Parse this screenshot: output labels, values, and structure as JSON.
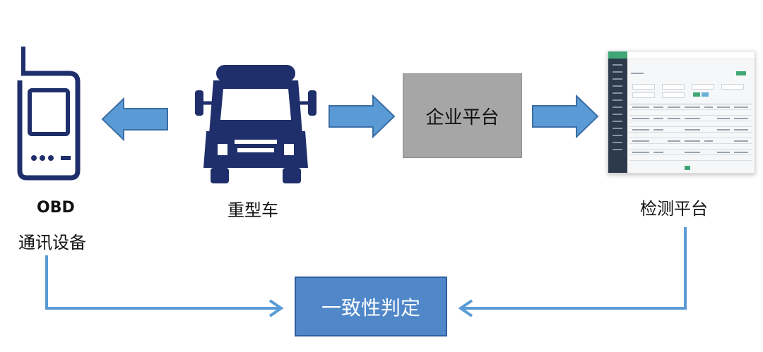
{
  "nodes": {
    "obd_line1": "OBD",
    "obd_line2": "通讯设备",
    "truck": "重型车",
    "enterprise": "企业平台",
    "detection": "检测平台",
    "consistency": "一致性判定"
  },
  "colors": {
    "arrow_fill": "#5b9bd5",
    "arrow_stroke": "#3a6ea5",
    "icon_navy": "#1f2f6b",
    "line_blue": "#5b9bd5",
    "enterprise_box": "#a6a6a6",
    "consistency_box": "#4f87c9"
  },
  "icons": [
    "obd-device-icon",
    "heavy-truck-icon",
    "platform-screenshot"
  ]
}
